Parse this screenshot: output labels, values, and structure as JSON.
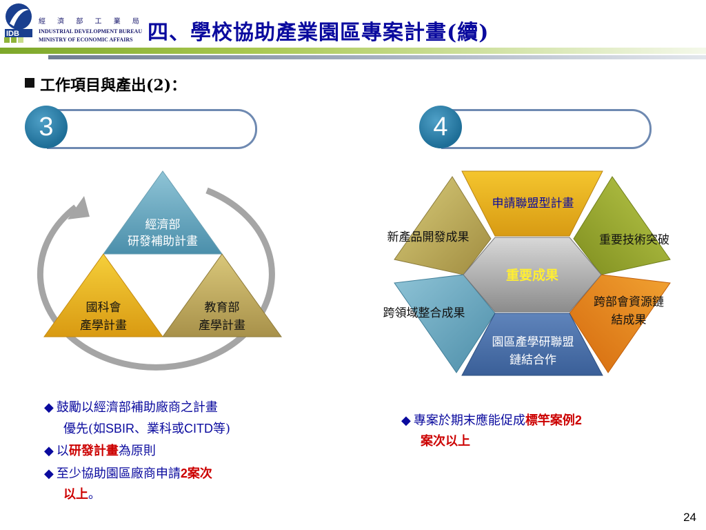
{
  "header": {
    "logo_abbr": "IDB",
    "logo_chars": "經 濟 部 工 業 局",
    "logo_en_1": "INDUSTRIAL DEVELOPMENT BUREAU",
    "logo_en_2": "MINISTRY OF ECONOMIC AFFAIRS",
    "title": "四、學校協助產業園區專案計畫(續)"
  },
  "subheading": "工作項目與產出(2)：",
  "panel3": {
    "number": "3",
    "top_line1": "經濟部",
    "top_line2": "研發補助計畫",
    "left_line1": "國科會",
    "left_line2": "產學計畫",
    "right_line1": "教育部",
    "right_line2": "產學計畫",
    "bullets": {
      "b1_line1": "鼓勵以經濟部補助廠商之計畫",
      "b1_line2a": "優先(如",
      "b1_line2b": "SBIR",
      "b1_line2c": "、業科或",
      "b1_line2d": "CITD",
      "b1_line2e": "等)",
      "b2_a": "以",
      "b2_red": "研發計畫",
      "b2_b": "為原則",
      "b3_a": "至少協助園區廠商申請",
      "b3_red1": "2",
      "b3_red2": "案次",
      "b3_line2_red": "以上",
      "b3_line2_end": "。"
    }
  },
  "panel4": {
    "number": "4",
    "center": "重要成果",
    "top": "申請聯盟型計畫",
    "upper_left": "新產品開發成果",
    "upper_right": "重要技術突破",
    "lower_left": "跨領域整合成果",
    "lower_right_line1": "跨部會資源鏈",
    "lower_right_line2": "結成果",
    "bottom_line1": "園區產學研聯盟",
    "bottom_line2": "鏈結合作",
    "bullets": {
      "b1_a": "專案於期末應能促成",
      "b1_red1": "標竿案例",
      "b1_red2": "2",
      "b1_line2_red": "案次以上"
    }
  },
  "page_number": "24",
  "colors": {
    "title_blue": "#0a0a9e",
    "highlight_red": "#cc0000",
    "center_yellow_text": "#ffee33",
    "circle_blue": "#2a7aa3"
  }
}
